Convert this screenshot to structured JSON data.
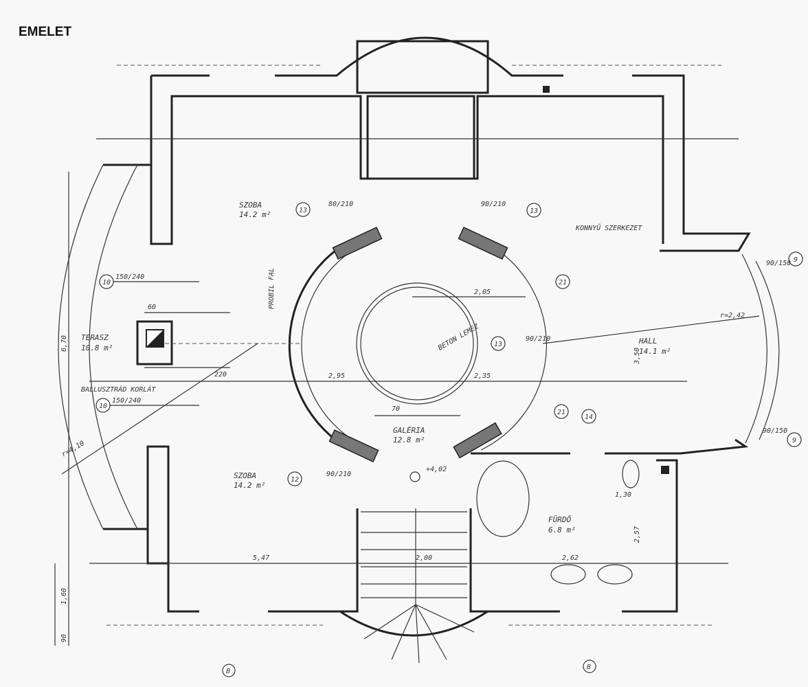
{
  "title": "EMELET",
  "rooms": {
    "terrace": {
      "name": "TERASZ",
      "area": "10.8 m²"
    },
    "room_top": {
      "name": "SZOBA",
      "area": "14.2 m²"
    },
    "room_bottom": {
      "name": "SZOBA",
      "area": "14.2 m²"
    },
    "gallery": {
      "name": "GALÉRIA",
      "area": "12.8 m²"
    },
    "hall": {
      "name": "HALL",
      "area": "14.1 m²"
    },
    "bath": {
      "name": "FÜRDŐ",
      "area": "6.8 m²"
    },
    "light_wall": "KONNYŰ SZERKEZET",
    "balustrade": "BALLUSZTRÁD KORLÁT",
    "probil": "PROBIL FAL",
    "concrete": "BETON LEMEZ"
  },
  "level": "+4,02",
  "dims": {
    "d1": "2,95",
    "d2": "2,35",
    "d3": "5,47",
    "d4": "2,00",
    "d5": "2,62",
    "d6": "6,70",
    "d7": "3,50",
    "d8": "2,57",
    "d9": "1,30",
    "d10": "220",
    "d11": "70",
    "d12": "60",
    "d13": "1,60",
    "d14": "90",
    "d15": "2,05",
    "d16": "r=4,10",
    "d17": "r=2,42"
  },
  "doors": [
    {
      "id": "10",
      "size": "150/240"
    },
    {
      "id": "10",
      "size": "150/240"
    },
    {
      "id": "13",
      "size": "80/210"
    },
    {
      "id": "13",
      "size": "90/210"
    },
    {
      "id": "13",
      "size": "90/210"
    },
    {
      "id": "12",
      "size": "90/210"
    },
    {
      "id": "21",
      "size": ""
    },
    {
      "id": "21",
      "size": ""
    },
    {
      "id": "14",
      "size": ""
    },
    {
      "id": "9",
      "size": "90/150"
    },
    {
      "id": "9",
      "size": "90/150"
    }
  ],
  "axes": [
    "B",
    "B"
  ]
}
